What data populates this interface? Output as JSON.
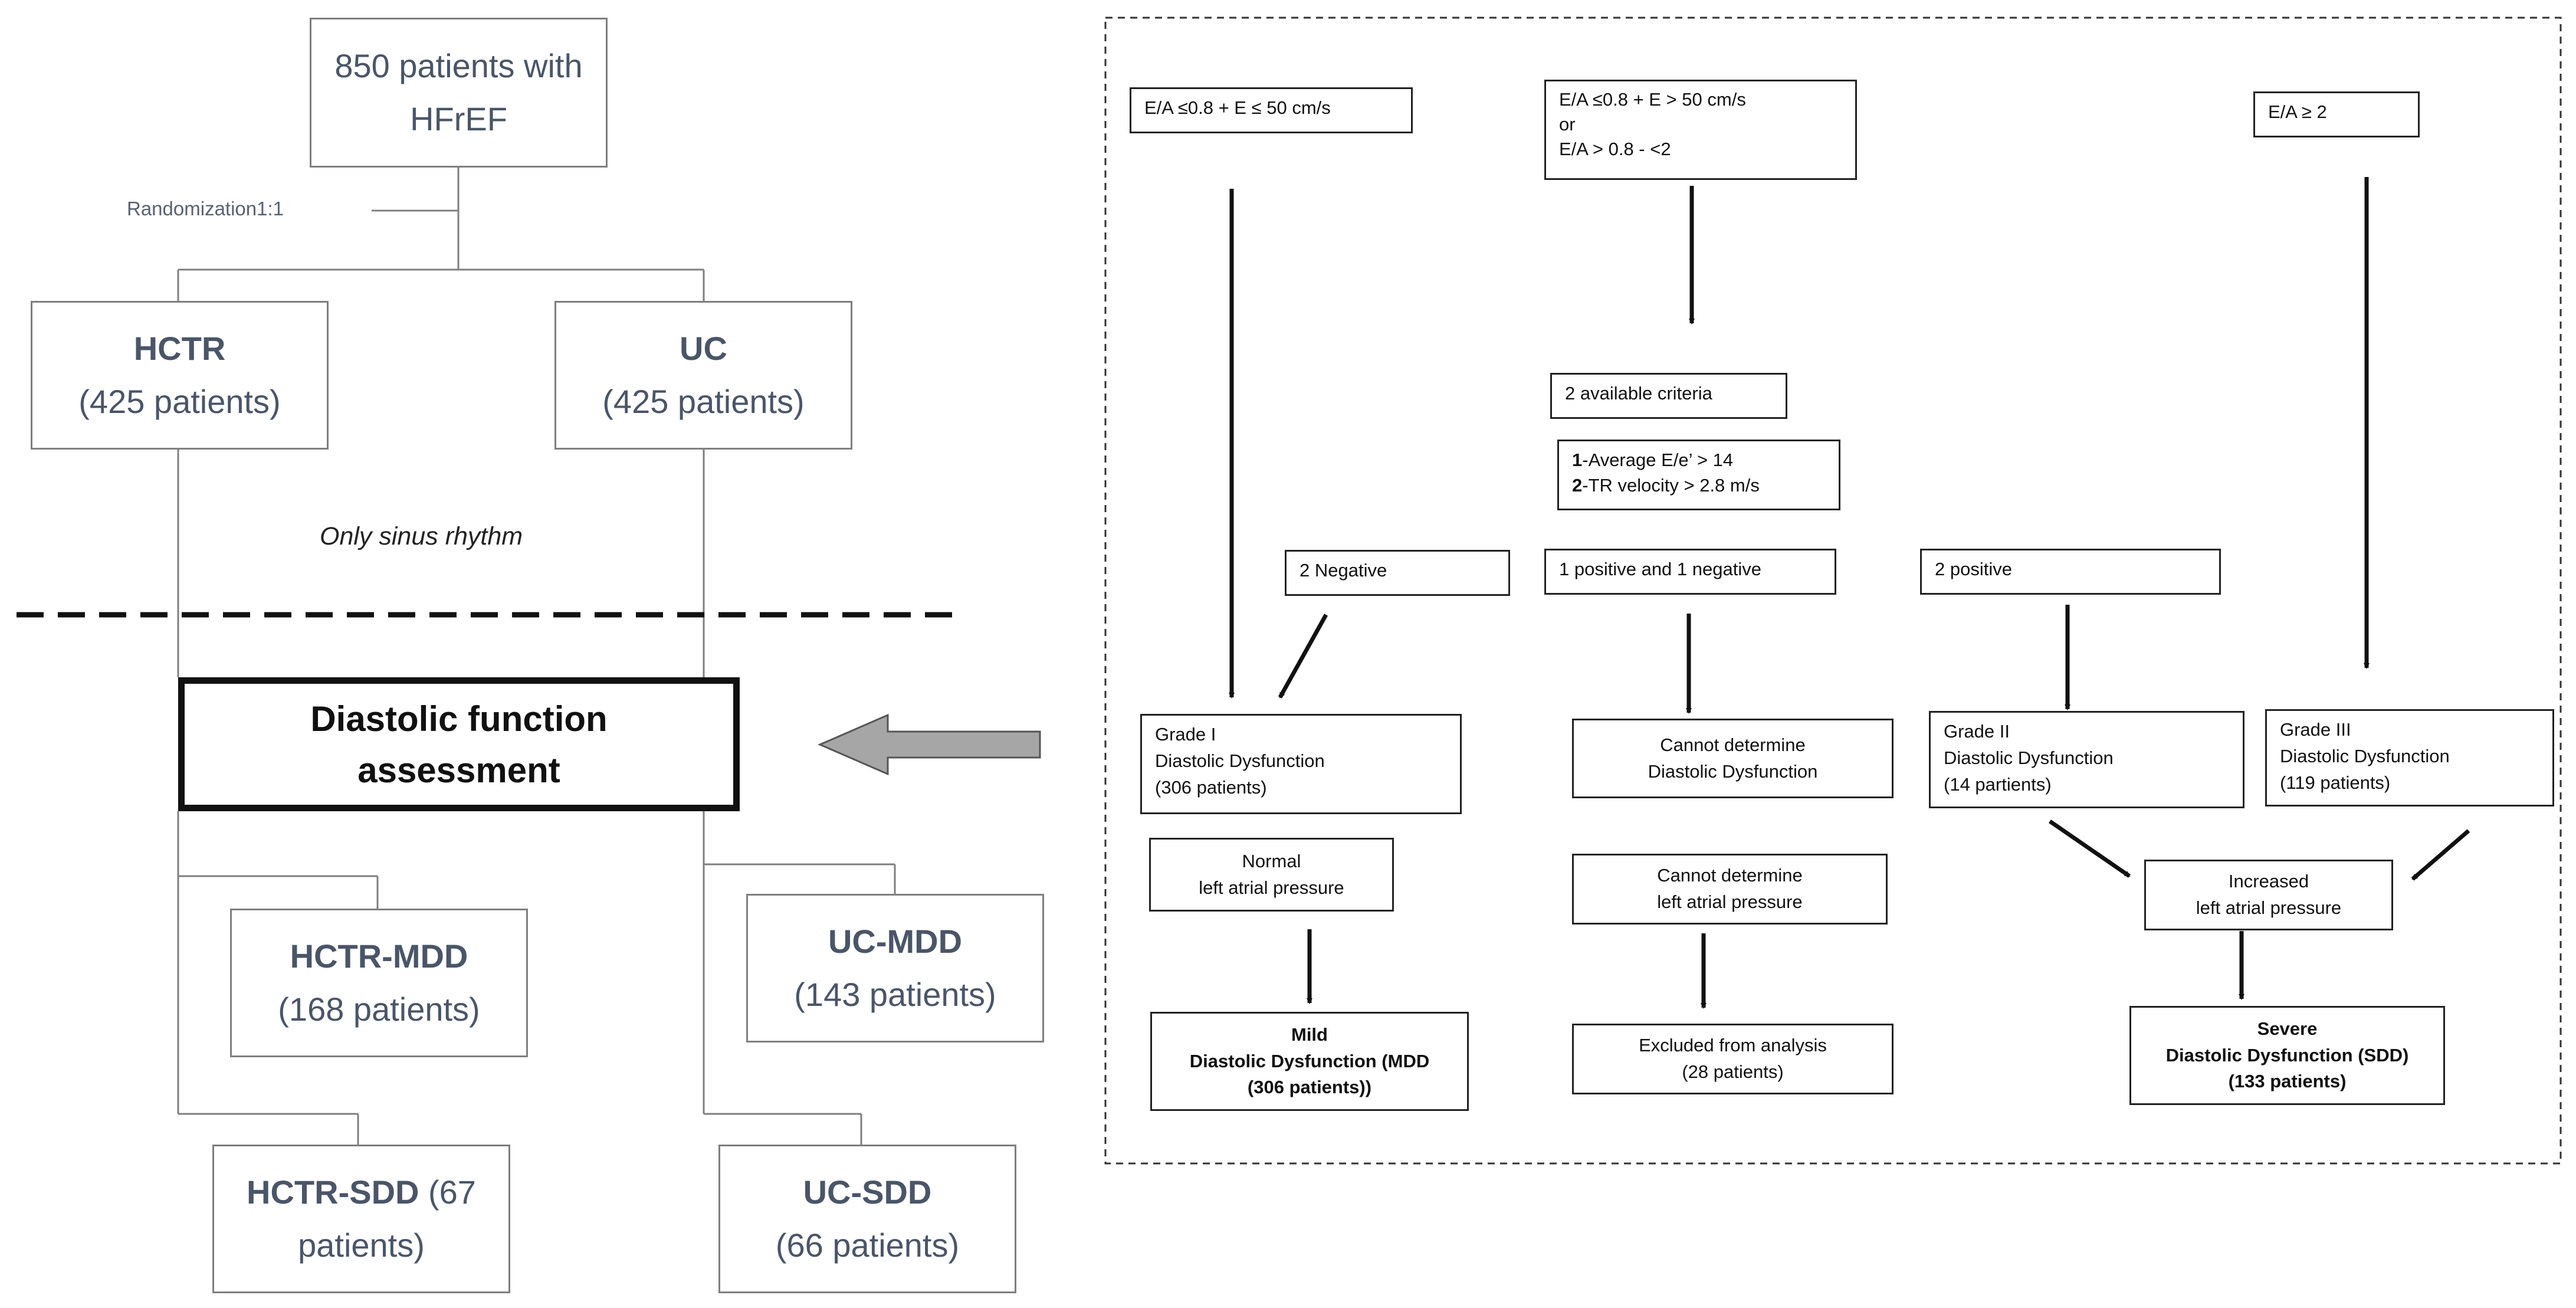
{
  "left": {
    "start": {
      "line1": "850 patients with",
      "line2": "HFrEF"
    },
    "randomization": "Randomization1:1",
    "hctr": {
      "title": "HCTR",
      "count": "(425 patients)"
    },
    "uc": {
      "title": "UC",
      "count": "(425 patients)"
    },
    "sinus": "Only sinus rhythm",
    "assessment": {
      "line1": "Diastolic function",
      "line2": "assessment"
    },
    "hctr_mdd": {
      "title": "HCTR-MDD",
      "count": "(168 patients)"
    },
    "uc_mdd": {
      "title": "UC-MDD",
      "count": "(143 patients)"
    },
    "hctr_sdd": {
      "title": "HCTR-SDD",
      "count_a": " (67",
      "count_b": "patients)"
    },
    "uc_sdd": {
      "title": "UC-SDD",
      "count": "(66 patients)"
    }
  },
  "right": {
    "crit_low": "E/A ≤0.8 + E ≤ 50 cm/s",
    "crit_mid": {
      "line1": "E/A ≤0.8 + E > 50 cm/s",
      "line2": "or",
      "line3": "E/A > 0.8 - <2"
    },
    "crit_high": "E/A ≥ 2",
    "available": "2 available criteria",
    "criteria": {
      "n1": "1",
      "c1": "-Average E/e’ > 14",
      "n2": "2",
      "c2": "-TR velocity > 2.8 m/s"
    },
    "neg2": "2 Negative",
    "mixed": "1 positive and 1 negative",
    "pos2": "2 positive",
    "grade1": {
      "line1": "Grade I",
      "line2": "Diastolic Dysfunction",
      "line3": "(306 patients)"
    },
    "cannot_dd": {
      "line1": "Cannot determine",
      "line2": "Diastolic Dysfunction"
    },
    "grade2": {
      "line1": "Grade II",
      "line2": "Diastolic Dysfunction",
      "line3": "(14 partients)"
    },
    "grade3": {
      "line1": "Grade III",
      "line2": "Diastolic Dysfunction",
      "line3": "(119 patients)"
    },
    "normal_lap": {
      "line1": "Normal",
      "line2": "left atrial pressure"
    },
    "cannot_lap": {
      "line1": "Cannot determine",
      "line2": "left atrial pressure"
    },
    "increased_lap": {
      "line1": "Increased",
      "line2": "left atrial pressure"
    },
    "mild": {
      "line1": "Mild",
      "line2": "Diastolic Dysfunction (MDD",
      "line3": "(306 patients))"
    },
    "excluded": {
      "line1": "Excluded from analysis",
      "line2": "(28 patients)"
    },
    "severe": {
      "line1": "Severe",
      "line2": "Diastolic Dysfunction (SDD)",
      "line3": "(133 patients)"
    }
  }
}
